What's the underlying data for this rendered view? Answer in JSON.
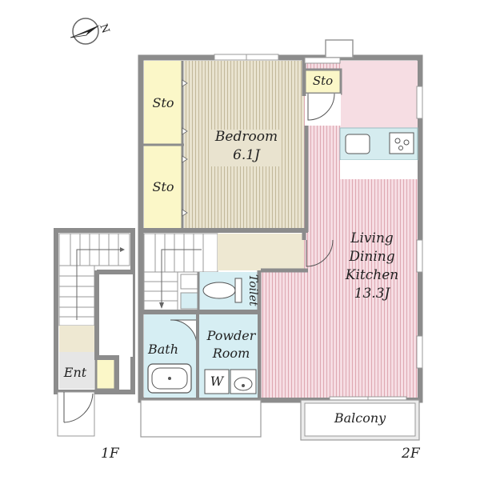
{
  "compass": {
    "north_label": "N"
  },
  "rooms": {
    "storage_1": "Sto",
    "storage_2": "Sto",
    "storage_3": "Sto",
    "bedroom_name": "Bedroom",
    "bedroom_size": "6.1J",
    "ldk_line1": "Living",
    "ldk_line2": "Dining",
    "ldk_line3": "Kitchen",
    "ldk_size": "13.3J",
    "toilet": "Toilet",
    "bath": "Bath",
    "powder_line1": "Powder",
    "powder_line2": "Room",
    "washer": "W",
    "entrance": "Ent",
    "balcony": "Balcony"
  },
  "floors": {
    "first": "1F",
    "second": "2F"
  },
  "colors": {
    "wall": "#8c8c8c",
    "bedroom_floor": "#e9e3cf",
    "ldk_floor": "#f6dde3",
    "kitchen": "#d5ecef",
    "storage": "#fbf7c8",
    "wet_area": "#d6eef3",
    "landing": "#eee8d2"
  }
}
